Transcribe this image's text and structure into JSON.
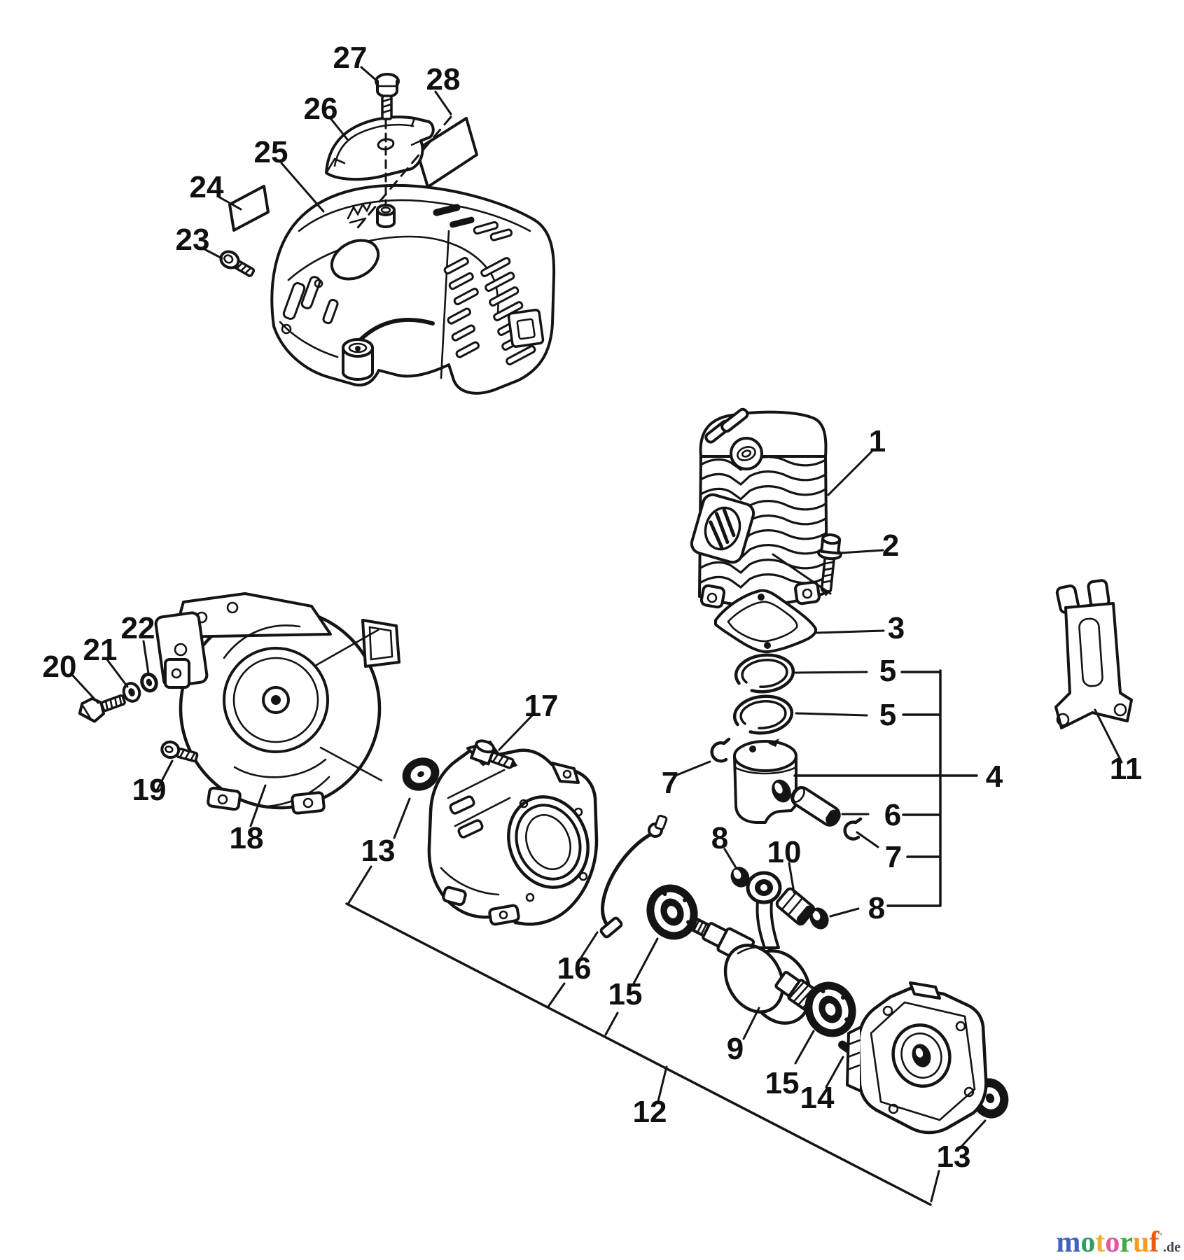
{
  "diagram": {
    "type": "exploded-parts-diagram",
    "subject": "small engine short block, cylinder and covers",
    "callouts": [
      {
        "text": "1"
      },
      {
        "text": "2"
      },
      {
        "text": "3"
      },
      {
        "text": "5"
      },
      {
        "text": "5"
      },
      {
        "text": "4"
      },
      {
        "text": "6"
      },
      {
        "text": "7"
      },
      {
        "text": "8"
      },
      {
        "text": "7"
      },
      {
        "text": "8"
      },
      {
        "text": "10"
      },
      {
        "text": "9"
      },
      {
        "text": "11"
      },
      {
        "text": "12"
      },
      {
        "text": "13"
      },
      {
        "text": "13"
      },
      {
        "text": "14"
      },
      {
        "text": "15"
      },
      {
        "text": "15"
      },
      {
        "text": "16"
      },
      {
        "text": "17"
      },
      {
        "text": "18"
      },
      {
        "text": "19"
      },
      {
        "text": "20"
      },
      {
        "text": "21"
      },
      {
        "text": "22"
      },
      {
        "text": "23"
      },
      {
        "text": "24"
      },
      {
        "text": "25"
      },
      {
        "text": "26"
      },
      {
        "text": "27"
      },
      {
        "text": "28"
      }
    ],
    "line_color": "#141414",
    "background_color": "#ffffff"
  },
  "watermark": {
    "letters": [
      {
        "ch": "m",
        "color": "#3f63bf"
      },
      {
        "ch": "o",
        "color": "#2f9e63"
      },
      {
        "ch": "t",
        "color": "#eeb03a"
      },
      {
        "ch": "o",
        "color": "#e4569f"
      },
      {
        "ch": "r",
        "color": "#43a93f"
      },
      {
        "ch": "u",
        "color": "#f59b1e"
      },
      {
        "ch": "f",
        "color": "#ea5a17"
      }
    ],
    "mark": "'",
    "mark_color": "#a8a8a8",
    "suffix": ".de",
    "suffix_color": "#3f4450"
  }
}
